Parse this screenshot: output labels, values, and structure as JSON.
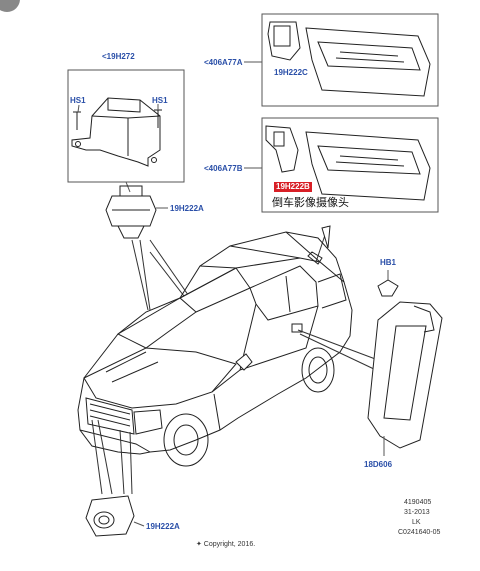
{
  "labels": {
    "part_19h272": "<19H272",
    "hs1_left": "HS1",
    "hs1_right": "HS1",
    "part_19h222a_top": "19H222A",
    "part_406a77a": "<406A77A",
    "part_19h222c": "19H222C",
    "part_406a77b": "<406A77B",
    "part_19h222b": "19H222B",
    "reverse_camera": "倒车影像摄像头",
    "hb1": "HB1",
    "part_18d606": "18D606",
    "part_19h222a_bottom": "19H222A"
  },
  "footer": {
    "code1": "4190405",
    "code2": "31-2013",
    "code3": "LK",
    "code4": "C0241640-05",
    "copyright": "✦ Copyright, 2016."
  }
}
